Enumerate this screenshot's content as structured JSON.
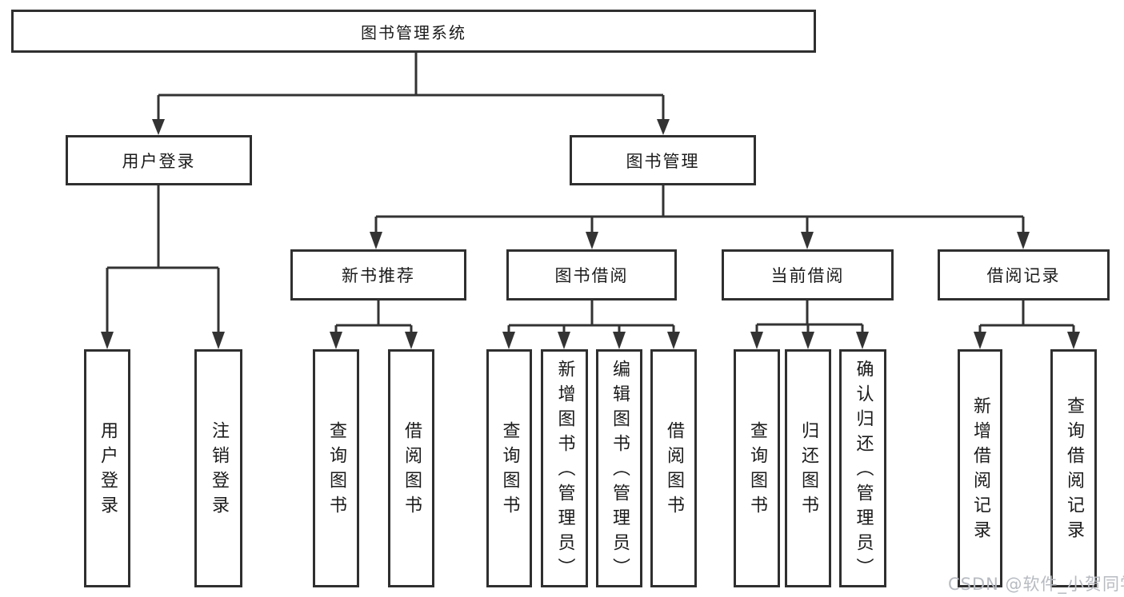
{
  "tree": {
    "root": "图书管理系统",
    "children": [
      {
        "label": "用户登录",
        "children": [
          "用户登录",
          "注销登录"
        ]
      },
      {
        "label": "图书管理",
        "children": [
          {
            "label": "新书推荐",
            "children": [
              "查询图书",
              "借阅图书"
            ]
          },
          {
            "label": "图书借阅",
            "children": [
              "查询图书",
              "新增图书（管理员）",
              "编辑图书（管理员）",
              "借阅图书"
            ]
          },
          {
            "label": "当前借阅",
            "children": [
              "查询图书",
              "归还图书",
              "确认归还（管理员）"
            ]
          },
          {
            "label": "借阅记录",
            "children": [
              "新增借阅记录",
              "查询借阅记录"
            ]
          }
        ]
      }
    ]
  },
  "watermark": {
    "text": "CSDN @软件_小贺同学"
  },
  "colors": {
    "line": "#333333",
    "box_border": "#2f2f2f",
    "text": "#1b1b1b",
    "background": "#ffffff",
    "watermark": "#b7bbc1"
  }
}
